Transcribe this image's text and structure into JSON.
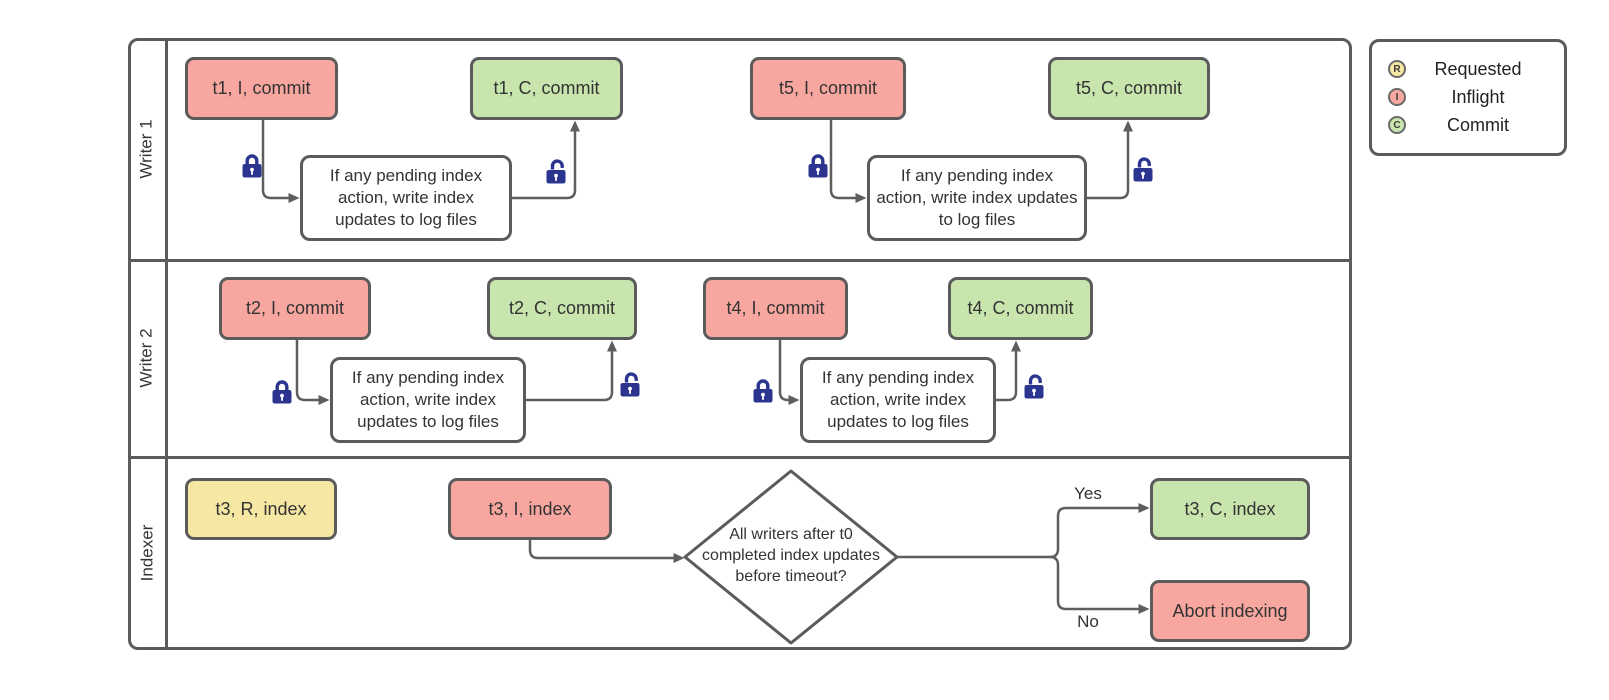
{
  "lanes": [
    {
      "label": "Writer 1"
    },
    {
      "label": "Writer 2"
    },
    {
      "label": "Indexer"
    }
  ],
  "process_label": "If any pending index action, write index updates to log files",
  "nodes": {
    "t1_i": "t1, I, commit",
    "t1_c": "t1, C, commit",
    "t5_i": "t5, I, commit",
    "t5_c": "t5, C, commit",
    "t2_i": "t2, I, commit",
    "t2_c": "t2, C, commit",
    "t4_i": "t4, I, commit",
    "t4_c": "t4, C, commit",
    "t3_r": "t3, R, index",
    "t3_i": "t3, I, index",
    "t3_c": "t3, C, index",
    "abort": "Abort indexing"
  },
  "decision": {
    "label": "All writers after t0 completed index updates before timeout?"
  },
  "branch": {
    "yes": "Yes",
    "no": "No"
  },
  "legend": {
    "items": [
      {
        "letter": "R",
        "label": "Requested",
        "color": "#F6E7A3"
      },
      {
        "letter": "I",
        "label": "Inflight",
        "color": "#F8A7A0"
      },
      {
        "letter": "C",
        "label": "Commit",
        "color": "#C7E5AD"
      }
    ]
  },
  "colors": {
    "inflight": "#F8A7A0",
    "commit": "#C7E5AD",
    "requested": "#F6E7A3",
    "process": "#FFFFFF",
    "border": "#5B5B5B",
    "connector": "#5E5E5E",
    "lock": "#2B3590"
  }
}
